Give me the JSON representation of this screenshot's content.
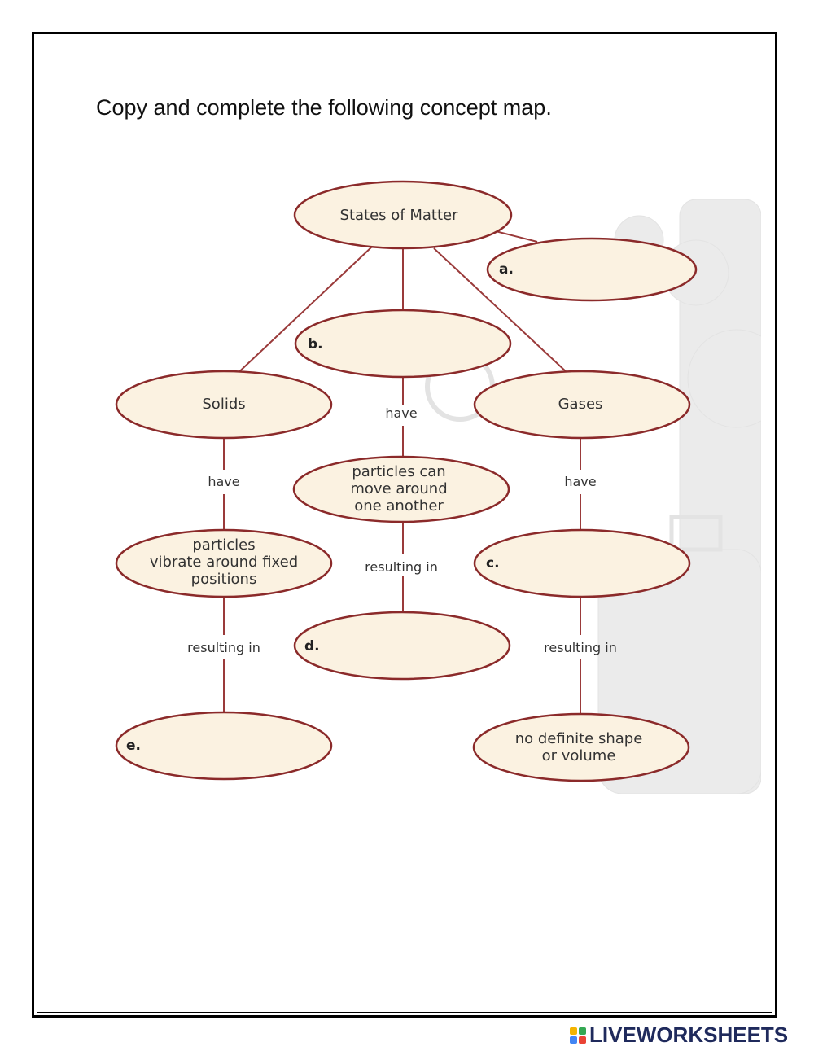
{
  "instruction": "Copy and complete the following concept map.",
  "concept_map": {
    "nodes": {
      "root": "States of Matter",
      "a": "a.",
      "b": "b.",
      "solids": "Solids",
      "gases": "Gases",
      "solid_particles": [
        "particles",
        "vibrate around fixed",
        "positions"
      ],
      "liquid_particles": [
        "particles can",
        "move around",
        "one another"
      ],
      "c": "c.",
      "d": "d.",
      "e": "e.",
      "gas_result": [
        "no definite shape",
        "or volume"
      ]
    },
    "edge_labels": {
      "have": "have",
      "resulting_in": "resulting in"
    }
  },
  "colors": {
    "node_fill": "#fbf2e1",
    "node_stroke": "#8b2a2a",
    "line": "#9a3a3a",
    "background_art": "#e9e9e9"
  },
  "footer": {
    "logo_text": "LIVEWORKSHEETS",
    "logo_colors": [
      "#f4b400",
      "#34a853",
      "#4285f4",
      "#ea4335"
    ]
  }
}
